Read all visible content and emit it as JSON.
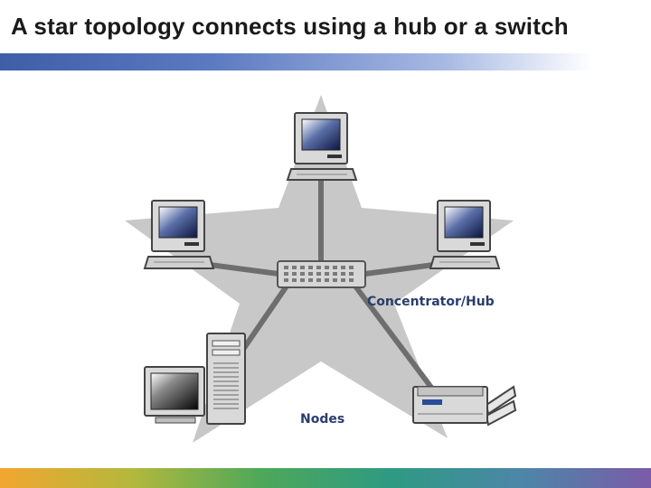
{
  "slide": {
    "title": "A star topology connects using a hub or a switch"
  },
  "diagram": {
    "hub_label": "Concentrator/Hub",
    "nodes_label": "Nodes",
    "nodes": [
      "computer-top",
      "computer-left",
      "computer-right",
      "workstation-tower",
      "printer"
    ]
  },
  "colors": {
    "title_bar": "#3f5ea8",
    "star": "#c8c8c8",
    "cable": "#6b6b6b",
    "label": "#2a3d6d"
  }
}
